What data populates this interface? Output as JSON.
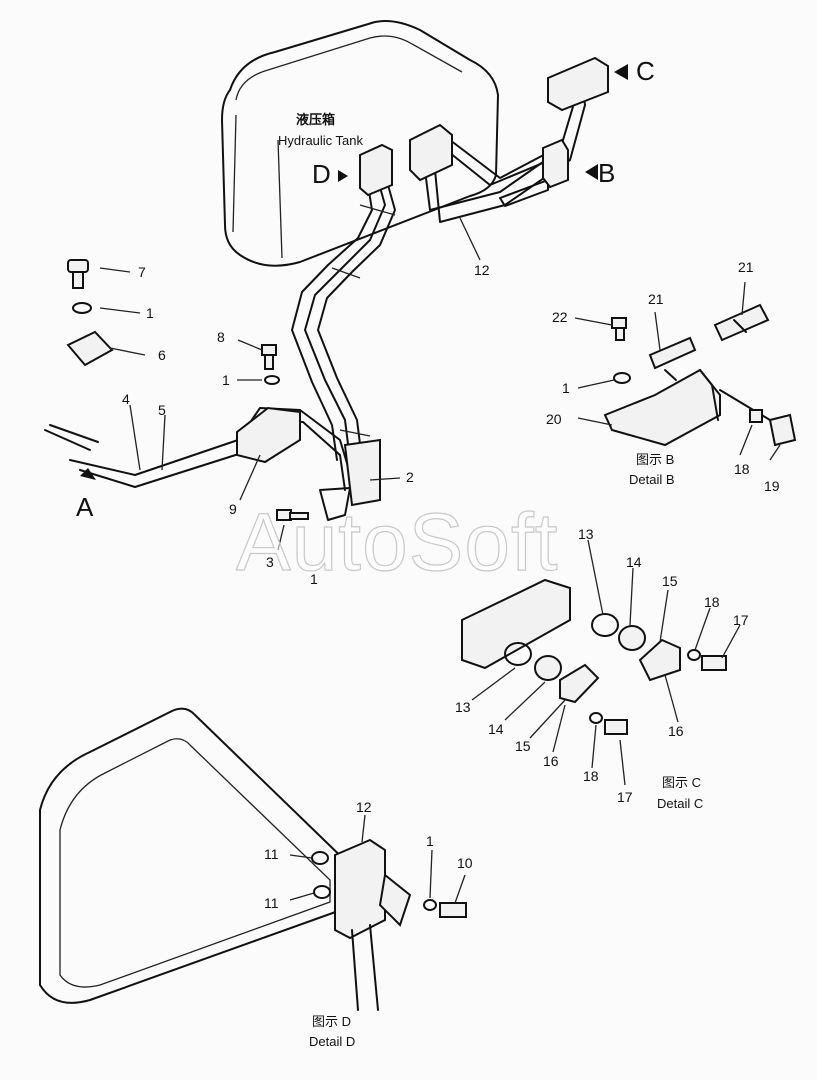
{
  "tank_label": {
    "zh": "液压箱",
    "en": "Hydraulic Tank"
  },
  "views": {
    "a": "A",
    "b": "B",
    "c": "C",
    "d": "D"
  },
  "details": {
    "b": {
      "zh": "图示 B",
      "en": "Detail B"
    },
    "c": {
      "zh": "图示 C",
      "en": "Detail C"
    },
    "d": {
      "zh": "图示 D",
      "en": "Detail D"
    }
  },
  "part_numbers": {
    "n1": "1",
    "n2": "2",
    "n3": "3",
    "n4": "4",
    "n5": "5",
    "n6": "6",
    "n7": "7",
    "n8": "8",
    "n9": "9",
    "n10": "10",
    "n11": "11",
    "n12": "12",
    "n13": "13",
    "n14": "14",
    "n15": "15",
    "n16": "16",
    "n17": "17",
    "n18": "18",
    "n19": "19",
    "n20": "20",
    "n21": "21",
    "n22": "22"
  },
  "watermark": "AutoSoft"
}
